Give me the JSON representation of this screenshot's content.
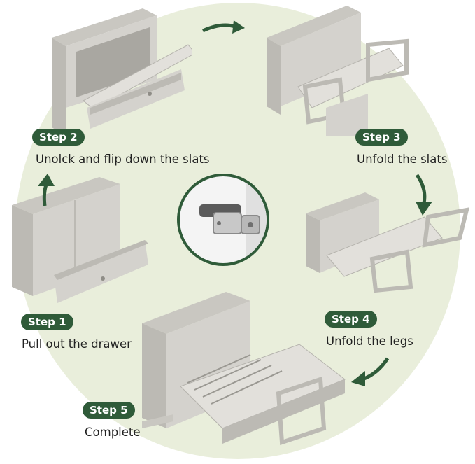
{
  "colors": {
    "accent": "#2f5b39",
    "circle_bg": "#e9eedb",
    "text": "#222222",
    "furniture": "#d4d2cd",
    "furniture_dark": "#bcbab4"
  },
  "steps": [
    {
      "badge": "Step 1",
      "caption": "Pull out the drawer"
    },
    {
      "badge": "Step 2",
      "caption": "Unolck and flip down the slats"
    },
    {
      "badge": "Step 3",
      "caption": "Unfold the slats"
    },
    {
      "badge": "Step 4",
      "caption": "Unfold the legs"
    },
    {
      "badge": "Step 5",
      "caption": "Complete"
    }
  ],
  "icons": {
    "arrow": "curved-arrow-icon",
    "latch": "latch-icon"
  }
}
